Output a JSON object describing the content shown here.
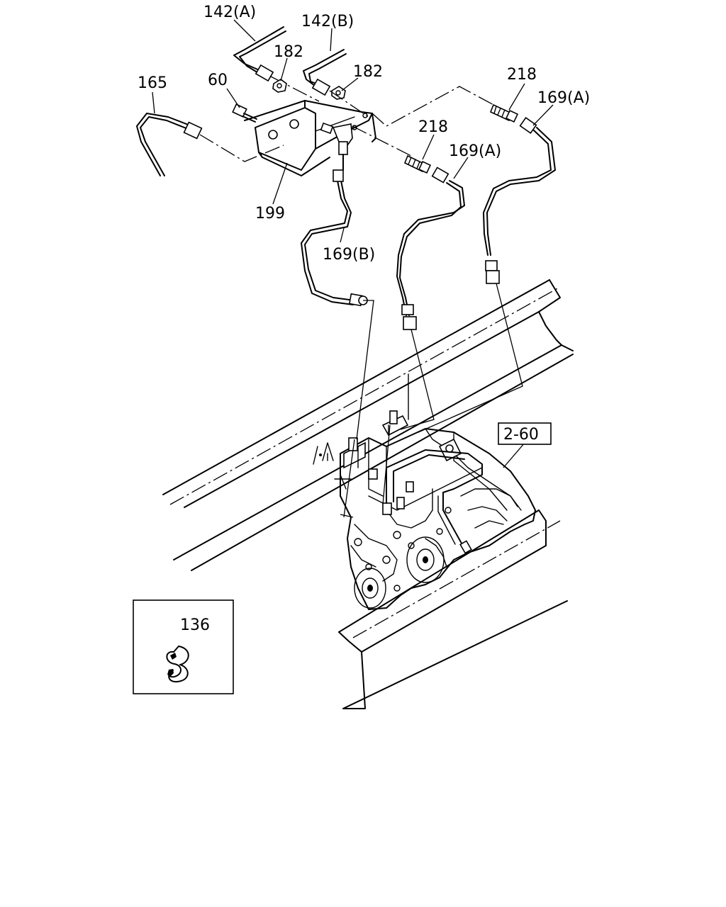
{
  "callouts": {
    "p142a": "142(A)",
    "p142b": "142(B)",
    "p182_left": "182",
    "p182_right": "182",
    "p165": "165",
    "p60": "60",
    "p218_top": "218",
    "p169a_top": "169(A)",
    "p218_mid": "218",
    "p169a_mid": "169(A)",
    "p199": "199",
    "p169b": "169(B)",
    "ref_2_60": "2-60",
    "p136": "136"
  }
}
